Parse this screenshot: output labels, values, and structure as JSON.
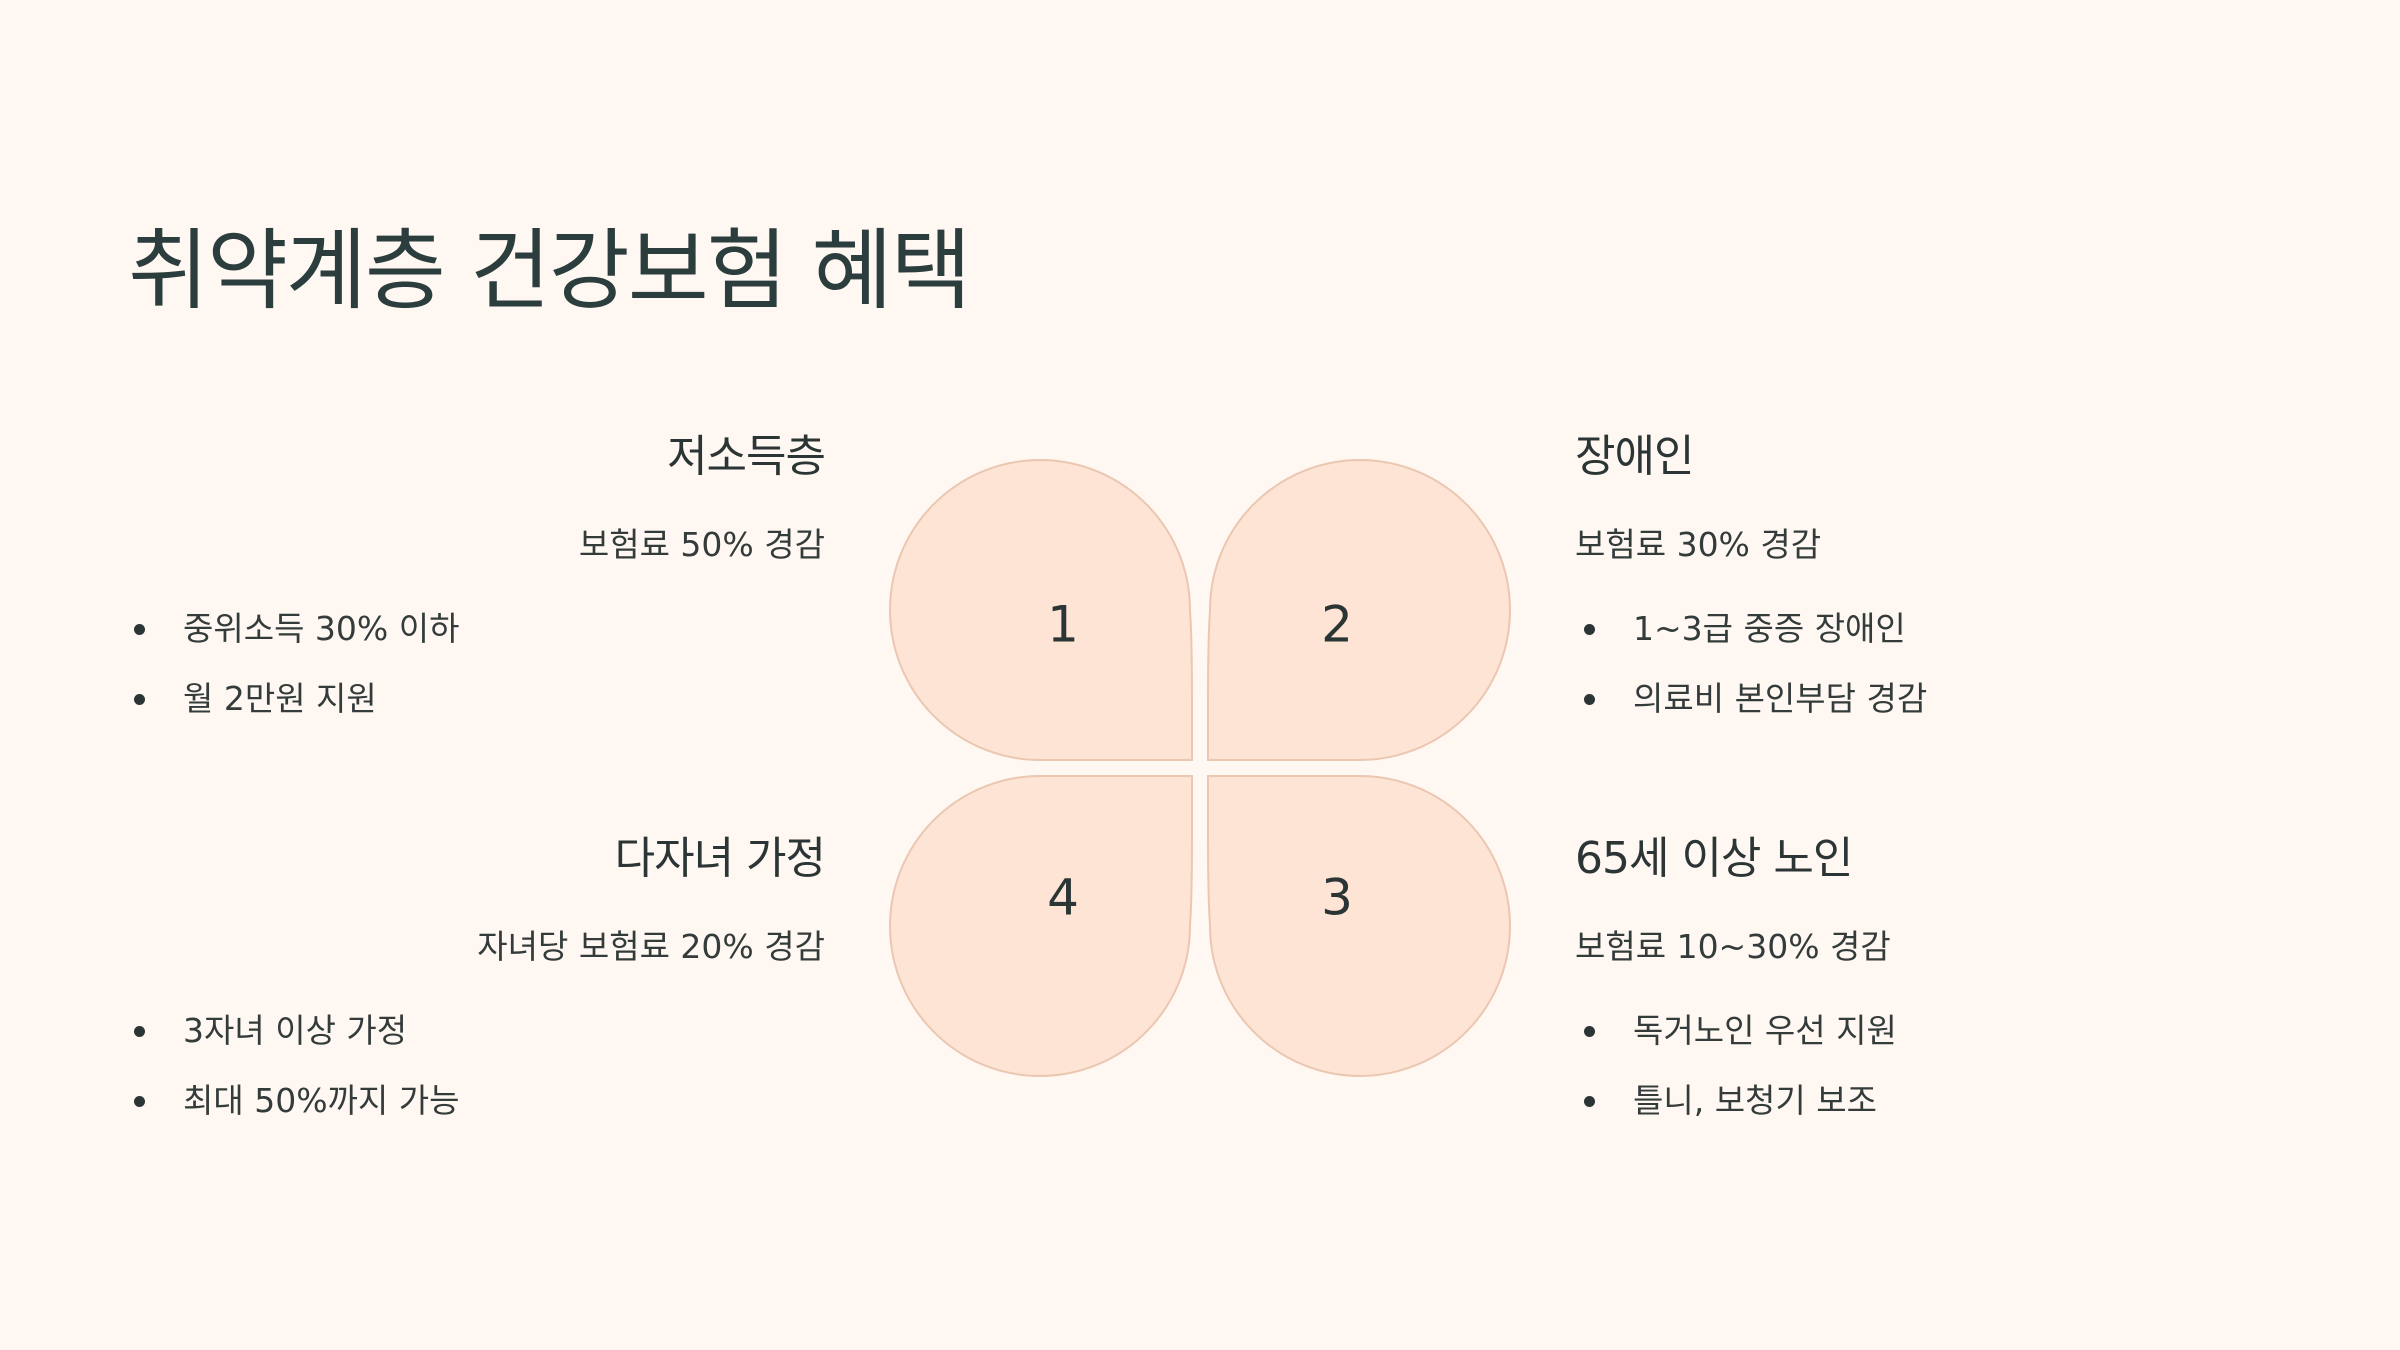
{
  "title": "취약계층 건강보험 혜택",
  "petals": [
    {
      "number": "1"
    },
    {
      "number": "2"
    },
    {
      "number": "3"
    },
    {
      "number": "4"
    }
  ],
  "colors": {
    "background": "#fff8f2",
    "petal_fill": "#fde4d4",
    "petal_stroke": "#ebc7b1",
    "text": "#2b3535"
  },
  "blocks": {
    "low_income": {
      "title": "저소득층",
      "subtitle": "보험료 50% 경감",
      "bullets": [
        "중위소득 30% 이하",
        "월 2만원 지원"
      ]
    },
    "disabled": {
      "title": "장애인",
      "subtitle": "보험료 30% 경감",
      "bullets": [
        "1~3급 중증 장애인",
        "의료비 본인부담 경감"
      ]
    },
    "elderly": {
      "title": "65세 이상 노인",
      "subtitle": "보험료 10~30% 경감",
      "bullets": [
        "독거노인 우선 지원",
        "틀니, 보청기 보조"
      ]
    },
    "multi_child": {
      "title": "다자녀 가정",
      "subtitle": "자녀당 보험료 20% 경감",
      "bullets": [
        "3자녀 이상 가정",
        "최대 50%까지 가능"
      ]
    }
  }
}
